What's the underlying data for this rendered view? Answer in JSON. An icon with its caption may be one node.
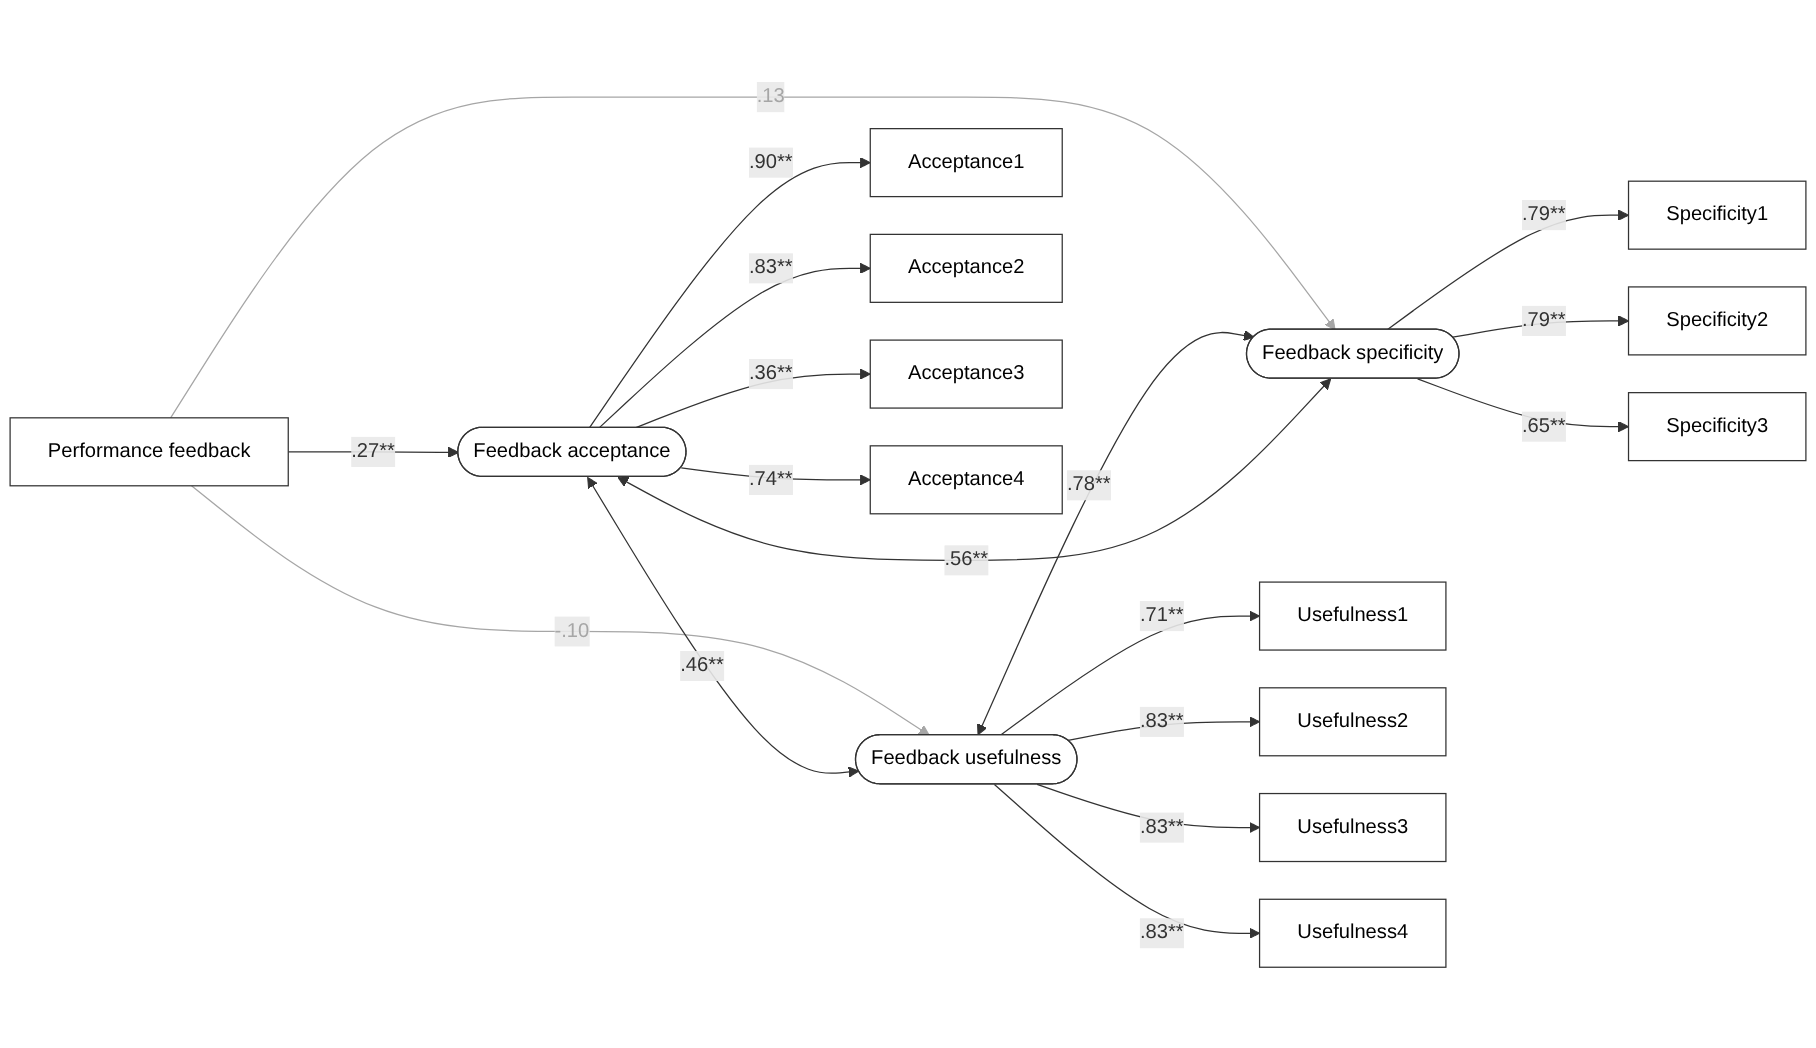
{
  "diagram": {
    "nodes": [
      {
        "text": [
          "Performance feedback"
        ]
      },
      {
        "text": [
          "Feedback acceptance"
        ]
      },
      {
        "text": [
          "Feedback usefulness"
        ]
      },
      {
        "text": [
          "Feedback specificity"
        ]
      },
      {
        "text": [
          "Acceptance1"
        ]
      },
      {
        "text": [
          "Acceptance2"
        ]
      },
      {
        "text": [
          "Acceptance3"
        ]
      },
      {
        "text": [
          "Acceptance4"
        ]
      },
      {
        "text": [
          "Usefulness1"
        ]
      },
      {
        "text": [
          "Usefulness2"
        ]
      },
      {
        "text": [
          "Usefulness3"
        ]
      },
      {
        "text": [
          "Usefulness4"
        ]
      },
      {
        "text": [
          "Specificity1"
        ]
      },
      {
        "text": [
          "Specificity2"
        ]
      },
      {
        "text": [
          "Specificity3"
        ]
      }
    ],
    "edges": [
      {
        "from": 0,
        "to": 1,
        "arrow": "to",
        "label": ".27**"
      },
      {
        "from": 0,
        "to": 2,
        "arrow": "to",
        "label": "-.10",
        "color": "#a6a6a6"
      },
      {
        "from": 0,
        "to": 3,
        "arrow": "to",
        "label": ".13",
        "color": "#a6a6a6"
      },
      {
        "from": 1,
        "to": 2,
        "arrow": "both",
        "label": ".46**"
      },
      {
        "from": 2,
        "to": 3,
        "arrow": "both",
        "label": ".78**"
      },
      {
        "from": 1,
        "to": 3,
        "arrow": "both",
        "label": ".56**"
      },
      {
        "from": 1,
        "to": 4,
        "arrow": "to",
        "label": ".90**"
      },
      {
        "from": 1,
        "to": 5,
        "arrow": "to",
        "label": ".83**"
      },
      {
        "from": 1,
        "to": 6,
        "arrow": "to",
        "label": ".36**"
      },
      {
        "from": 1,
        "to": 7,
        "arrow": "to",
        "label": ".74**"
      },
      {
        "from": 2,
        "to": 8,
        "arrow": "to",
        "label": ".71**"
      },
      {
        "from": 2,
        "to": 9,
        "arrow": "to",
        "label": ".83**"
      },
      {
        "from": 2,
        "to": 10,
        "arrow": "to",
        "label": ".83**"
      },
      {
        "from": 2,
        "to": 11,
        "arrow": "to",
        "label": ".83**"
      },
      {
        "from": 3,
        "to": 12,
        "arrow": "to",
        "label": ".79**"
      },
      {
        "from": 3,
        "to": 13,
        "arrow": "to",
        "label": ".79**"
      },
      {
        "from": 3,
        "to": 14,
        "arrow": "to",
        "label": ".65**"
      }
    ]
  }
}
